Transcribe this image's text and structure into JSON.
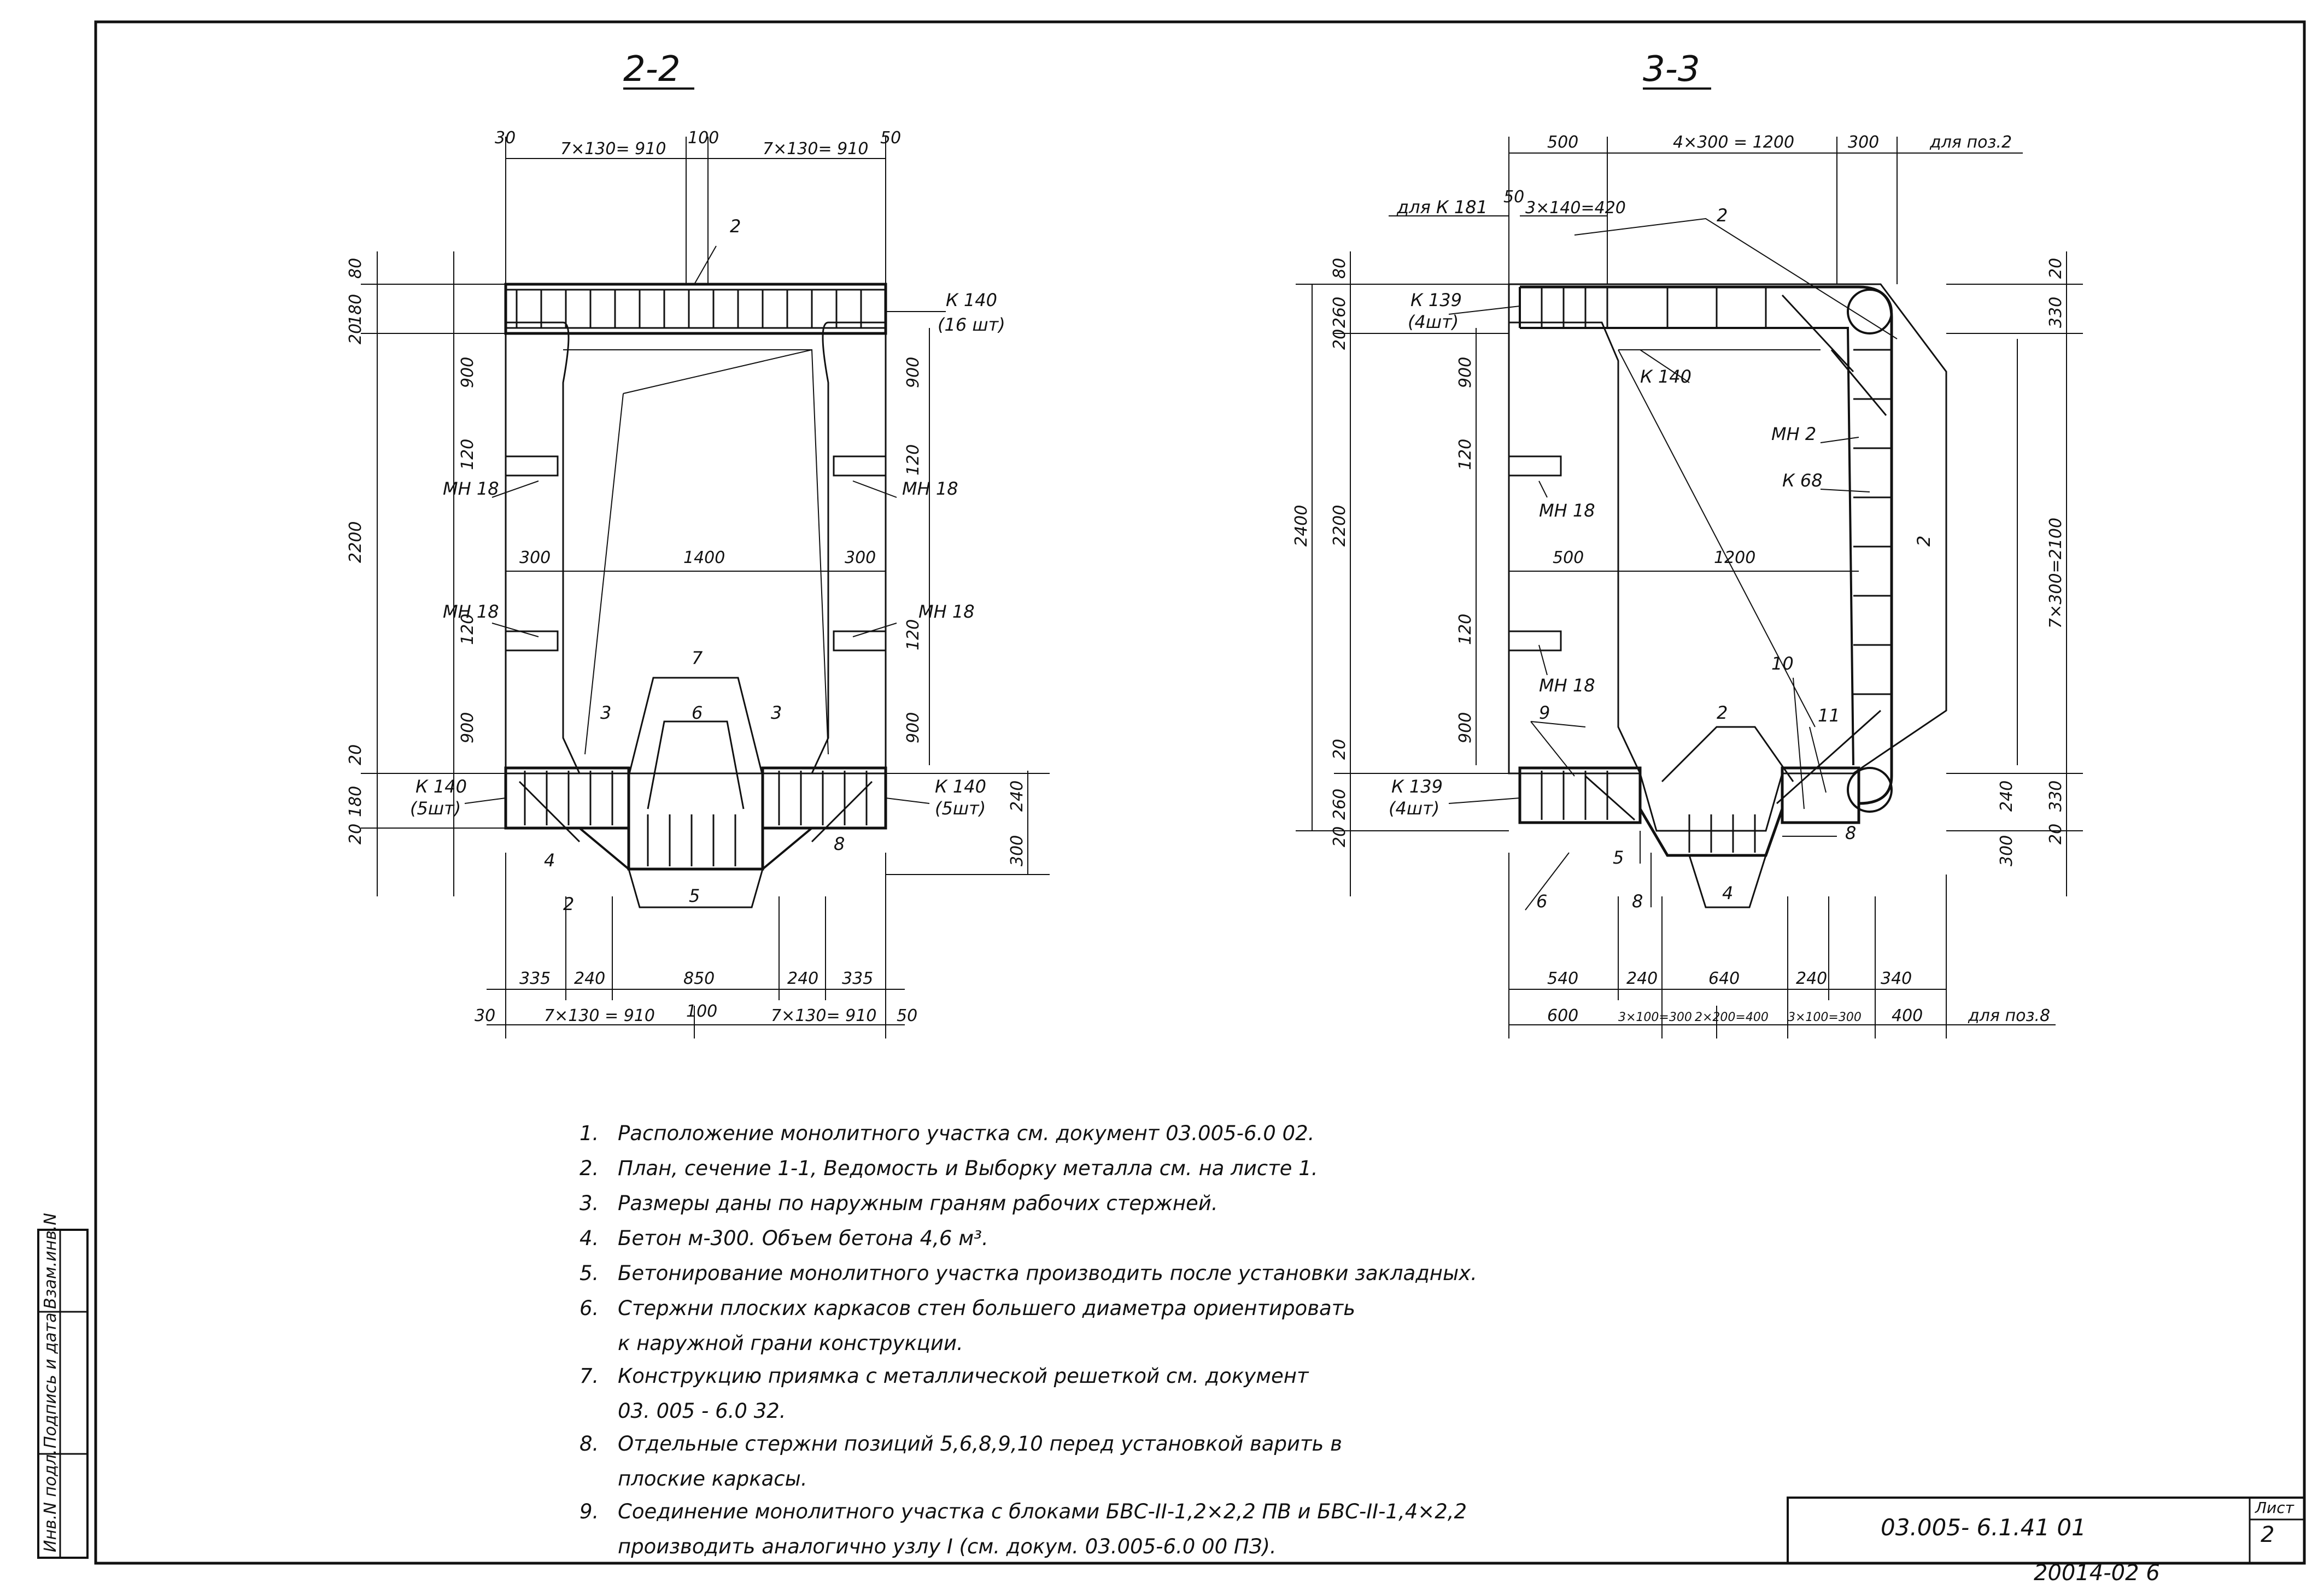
{
  "sections": {
    "s22": {
      "title": "2-2",
      "top_dims": [
        "30",
        "7×130= 910",
        "100",
        "7×130= 910",
        "50"
      ],
      "bottom_dims_row1": [
        "335",
        "240",
        "850",
        "240",
        "335"
      ],
      "bottom_dims_row2": [
        "30",
        "7×130 = 910",
        "100",
        "7×130= 910",
        "50"
      ],
      "mid_dims": [
        "300",
        "1400",
        "300"
      ],
      "left_dims": [
        "80",
        "180",
        "20",
        "900",
        "120",
        "2200",
        "120",
        "900",
        "20",
        "180",
        "20"
      ],
      "right_dims": [
        "900",
        "120",
        "120",
        "900",
        "240",
        "300"
      ],
      "labels": {
        "k140_top": "К 140",
        "k140_top_qty": "(16 шт)",
        "k140_left": "К 140",
        "k140_left_qty": "(5шт)",
        "k140_right": "К 140",
        "k140_right_qty": "(5шт)",
        "mn18_a": "МН 18",
        "mn18_b": "МН 18",
        "mn18_c": "МН 18",
        "mn18_d": "МН 18"
      },
      "positions": [
        "2",
        "7",
        "6",
        "3",
        "3",
        "4",
        "2",
        "5",
        "8"
      ]
    },
    "s33": {
      "title": "3-3",
      "top_dims": [
        "500",
        "4×300 = 1200",
        "300",
        "для поз.2"
      ],
      "top_small": [
        "50",
        "3×140=420"
      ],
      "bottom_dims_row1": [
        "540",
        "240",
        "640",
        "240",
        "340"
      ],
      "bottom_dims_row2": [
        "600",
        "3×100=300",
        "2×200=400",
        "3×100=300",
        "400",
        "для поз.8"
      ],
      "mid_dims": [
        "500",
        "1200"
      ],
      "left_dims": [
        "2400",
        "80",
        "260",
        "20",
        "900",
        "120",
        "2200",
        "120",
        "900",
        "20",
        "260",
        "20"
      ],
      "right_dims": [
        "20",
        "330",
        "7×300=2100",
        "240",
        "330",
        "300",
        "20"
      ],
      "labels": {
        "for_k181": "для К 181",
        "k139_top": "К 139",
        "k139_top_qty": "(4шт)",
        "k139_bot": "К 139",
        "k139_bot_qty": "(4шт)",
        "k140": "К 140",
        "mn2": "МН 2",
        "k68": "К 68",
        "mn18_a": "МН 18",
        "mn18_b": "МН 18"
      },
      "positions": [
        "2",
        "2",
        "2",
        "10",
        "11",
        "9",
        "5",
        "8",
        "8",
        "6",
        "4"
      ]
    }
  },
  "notes": [
    {
      "num": "1.",
      "text": "Расположение монолитного участка см. документ 03.005-6.0 02."
    },
    {
      "num": "2.",
      "text": "План, сечение 1-1, Ведомость и Выборку металла см. на листе 1."
    },
    {
      "num": "3.",
      "text": "Размеры даны по наружным граням рабочих стержней."
    },
    {
      "num": "4.",
      "text": "Бетон м-300. Объем бетона 4,6 м³."
    },
    {
      "num": "5.",
      "text": "Бетонирование монолитного участка производить после установки закладных."
    },
    {
      "num": "6.",
      "text": "Стержни плоских каркасов стен большего диаметра ориентировать",
      "cont": "к наружной грани конструкции."
    },
    {
      "num": "7.",
      "text": "Конструкцию приямка с металлической решеткой см. документ",
      "cont": "03. 005 - 6.0 32."
    },
    {
      "num": "8.",
      "text": "Отдельные стержни позиций 5,6,8,9,10 перед установкой варить в",
      "cont": "плоские каркасы."
    },
    {
      "num": "9.",
      "text": "Соединение монолитного участка с блоками БВС-II-1,2×2,2 ПВ и БВС-II-1,4×2,2",
      "cont": "производить аналогично узлу I (см. докум. 03.005-6.0 00 ПЗ)."
    }
  ],
  "stamp": {
    "doc_number": "03.005- 6.1.41 01",
    "sheet_label": "Лист",
    "sheet_number": "2",
    "bottom_code": "20014-02 6",
    "side_fields": [
      "Инв.N подл.",
      "Подпись и дата",
      "Взам.инв.N"
    ]
  }
}
